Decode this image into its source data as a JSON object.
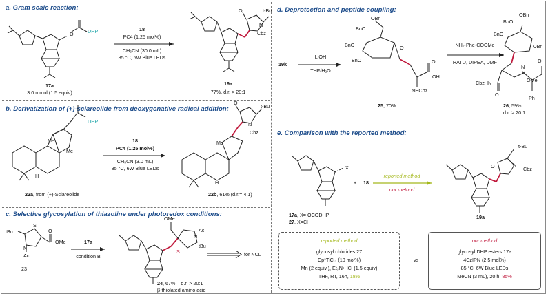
{
  "panel_a": {
    "title": "a. Gram scale reaction:",
    "reagent_num": "18",
    "reagent_cat": "PC4 (1.25 mol%)",
    "cond1": "CH₃CN (30.0 mL)",
    "cond2": "85 °C, 6W Blue LEDs",
    "sm_label": "17a",
    "sm_amount": "3.0 mmol (1.5 equiv)",
    "prod_label": "19a",
    "prod_yield": "77%, d.r. > 20:1",
    "dhp": "DHP",
    "tbu": "t-Bu",
    "cbz": "Cbz",
    "n": "N",
    "o": "O"
  },
  "panel_b": {
    "title": "b. Derivatization of (+)-sclareolide from deoxygenative radical addition:",
    "reagent_num": "18",
    "reagent_cat": "PC4 (1.25 mol%)",
    "cond1": "CH₃CN (3.0 mL)",
    "cond2": "85 °C, 6W Blue LEDs",
    "sm_label": "22a",
    "sm_source": ", from (+)-Sclareolide",
    "prod_label": "22b",
    "prod_yield": ", 61% (d.r.= 4:1)",
    "dhp": "DHP",
    "me": "Me",
    "h": "H",
    "tbu": "t-Bu",
    "cbz": "Cbz",
    "n": "N",
    "o": "O"
  },
  "panel_c": {
    "title": "c. Selective glycosylation of thiazoline under photoredox conditions:",
    "reagent_num": "17a",
    "reagent_cond": "condition B",
    "sm_label": "23",
    "prod_label": "24",
    "prod_yield": ", 67%, , d.r. > 20:1",
    "prod_desc": "β-thiolated amino acid",
    "target": "for NCL",
    "tbu": "tBu",
    "s": "S",
    "n": "N",
    "ac": "Ac",
    "ome": "OMe",
    "o": "O"
  },
  "panel_d": {
    "title": "d. Deprotection and peptide coupling:",
    "sm_label": "19k",
    "step1_a": "LiOH",
    "step1_b": "THF/H₂O",
    "int_label": "25",
    "int_yield": ", 70%",
    "step2_a": "NH₂-Phe-COOMe",
    "step2_b": "HATU, DIPEA, DMF",
    "prod_label": "26",
    "prod_yield": ", 59%",
    "prod_dr": "d.r. > 20:1",
    "obn": "OBn",
    "bno": "BnO",
    "bn_o": "Bn",
    "nhcbz": "NHCbz",
    "cbznh": "CbzHN",
    "oh": "OH",
    "ome": "OMe",
    "ph": "Ph",
    "n_h": "H",
    "n": "N",
    "o": "O"
  },
  "panel_e": {
    "title": "e. Comparison with the reported method:",
    "sm_label_a": "17a",
    "sm_desc_a": ", X= OCODHP",
    "sm_label_b": "27",
    "sm_desc_b": ", X=Cl",
    "x": "X",
    "plus": "+",
    "reagent": "18",
    "arrow_top": "reported method",
    "arrow_bot": "our method",
    "prod_label": "19a",
    "tbu": "t-Bu",
    "cbz": "Cbz",
    "n": "N",
    "o": "O",
    "vs": "vs",
    "box_left": {
      "heading": "reported method",
      "l1": "glycosyl chlorides 27",
      "l2": "Cp*TiCl₃ (10 mol%)",
      "l3": "Mn (2 equiv.), Et₃N•HCl (1.5 equiv)",
      "l4_a": "THF, RT, 16h, ",
      "l4_b": "18%"
    },
    "box_right": {
      "heading": "our method",
      "l1": "glycosyl DHP esters 17a",
      "l2": "4CzIPN (2.5 mol%)",
      "l3": "85 °C, 6W Blue LEDs",
      "l4_a": "MeCN (3 mL), 20 h, ",
      "l4_b": "85%"
    }
  },
  "colors": {
    "title": "#1f4e8c",
    "dhp": "#17a2a6",
    "bond_highlight": "#c0193c",
    "reported": "#a4b81c",
    "ours": "#c0193c"
  }
}
